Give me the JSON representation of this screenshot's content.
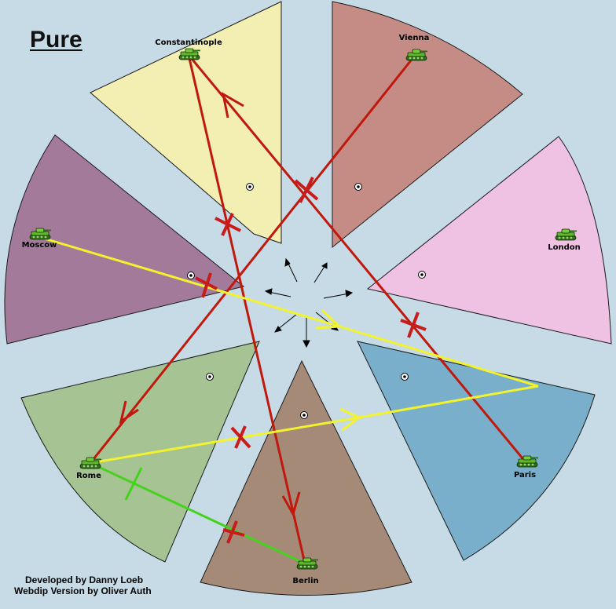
{
  "colors": {
    "background": "#c6dbe6",
    "constantinople": "#f3eeb2",
    "vienna": "#c48c84",
    "london": "#efc1e2",
    "paris": "#79afca",
    "berlin": "#a58a78",
    "rome": "#a6c493",
    "moscow": "#a47a9b",
    "order_red": "#c0180d",
    "order_yellow": "#f2f22e",
    "order_green": "#44d21c",
    "fail_mark": "#c81c1c"
  },
  "map": {
    "title": "Pure",
    "credits": [
      "Developed by Danny Loeb",
      "Webdip Version by Oliver Auth"
    ]
  },
  "territories": [
    {
      "id": "constantinople",
      "name": "Constantinople",
      "unit": "army",
      "unit_icon": "tank-icon"
    },
    {
      "id": "vienna",
      "name": "Vienna",
      "unit": "army",
      "unit_icon": "tank-icon"
    },
    {
      "id": "moscow",
      "name": "Moscow",
      "unit": "army",
      "unit_icon": "tank-icon"
    },
    {
      "id": "london",
      "name": "London",
      "unit": "army",
      "unit_icon": "tank-icon"
    },
    {
      "id": "rome",
      "name": "Rome",
      "unit": "army",
      "unit_icon": "tank-icon"
    },
    {
      "id": "paris",
      "name": "Paris",
      "unit": "army",
      "unit_icon": "tank-icon"
    },
    {
      "id": "berlin",
      "name": "Berlin",
      "unit": "army",
      "unit_icon": "tank-icon"
    }
  ],
  "orders": [
    {
      "from": "vienna",
      "to": "rome",
      "color": "order_red",
      "type": "move",
      "failed": true
    },
    {
      "from": "paris",
      "to": "constantinople",
      "color": "order_red",
      "type": "move",
      "failed": true
    },
    {
      "from": "constantinople",
      "to": "berlin",
      "color": "order_red",
      "type": "move",
      "failed": true
    },
    {
      "from": "moscow",
      "to": "paris",
      "color": "order_yellow",
      "type": "support",
      "failed": true
    },
    {
      "from": "rome",
      "to": "paris",
      "color": "order_yellow",
      "type": "support",
      "failed": true
    },
    {
      "from": "berlin",
      "to": "rome",
      "color": "order_green",
      "type": "hold-support",
      "failed": true
    }
  ]
}
